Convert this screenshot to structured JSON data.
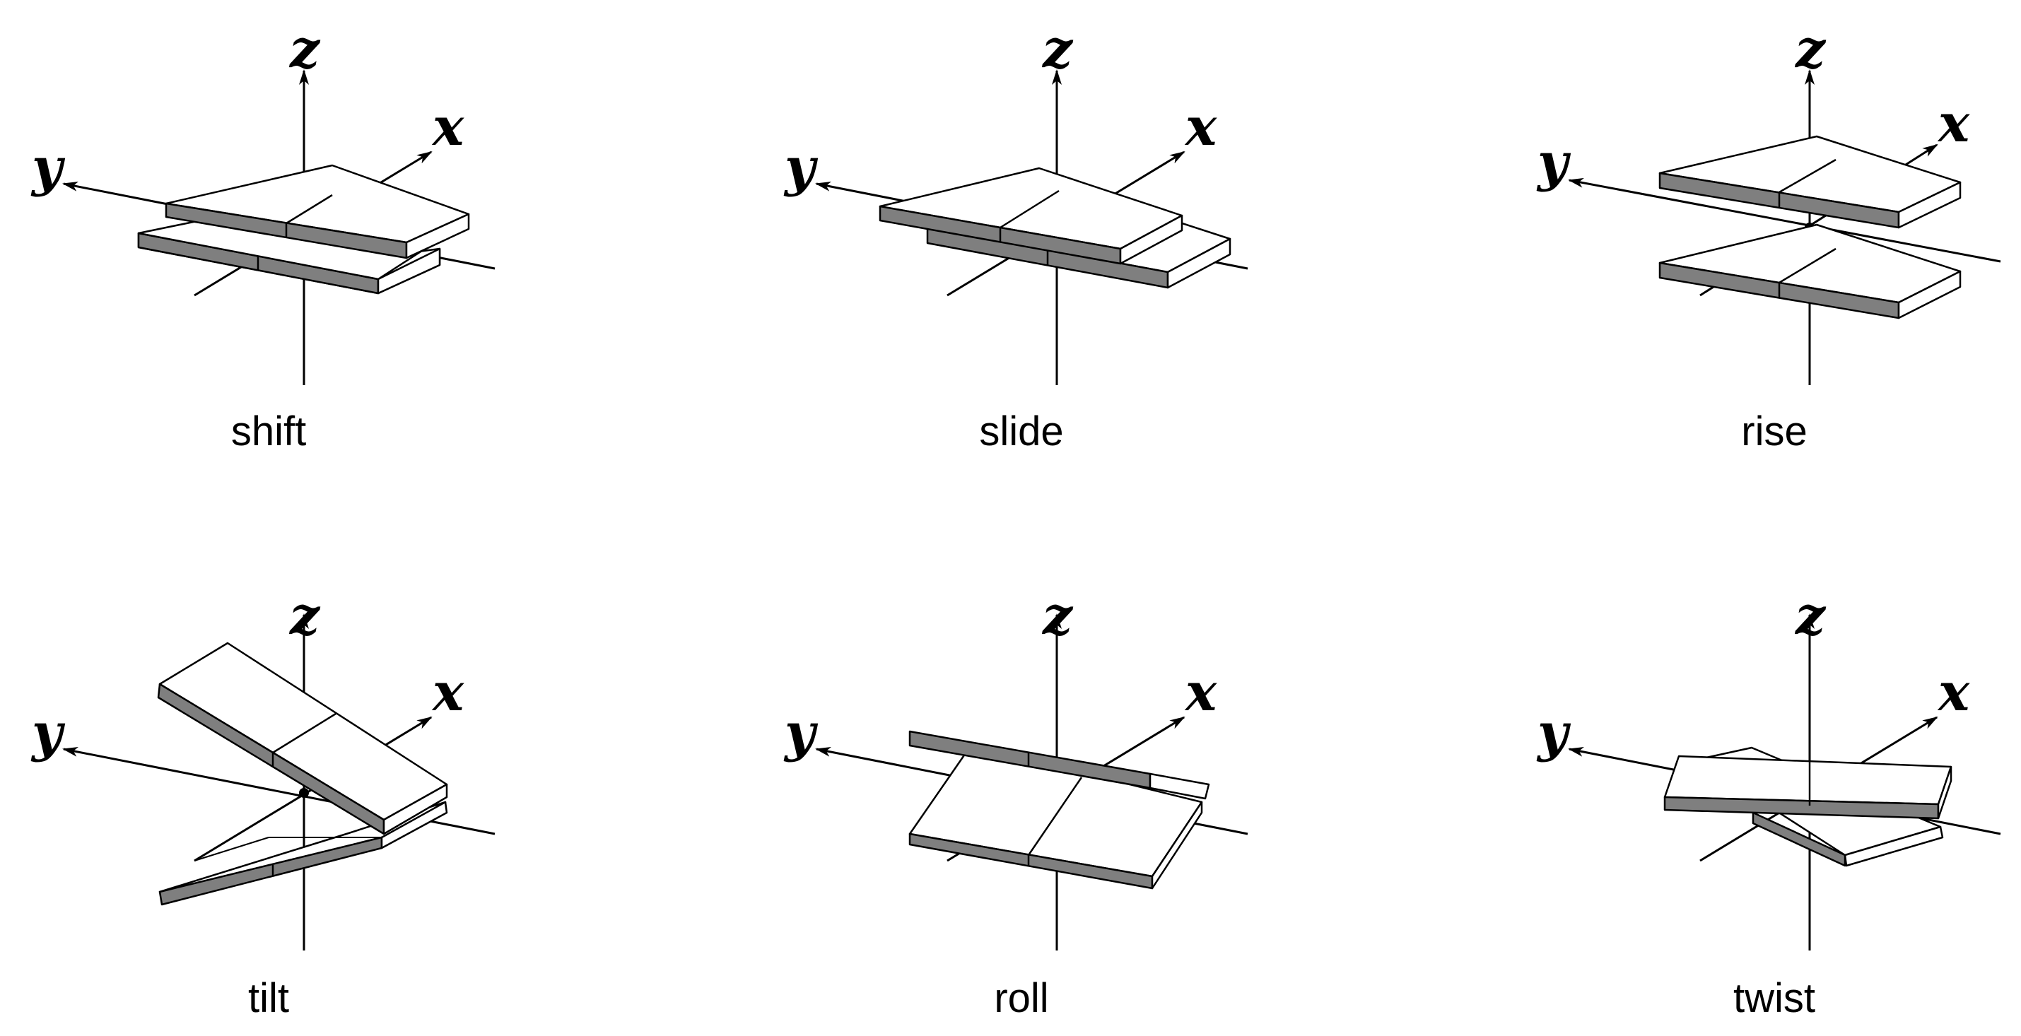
{
  "panels": [
    {
      "id": "shift",
      "caption": "shift"
    },
    {
      "id": "slide",
      "caption": "slide"
    },
    {
      "id": "rise",
      "caption": "rise"
    },
    {
      "id": "tilt",
      "caption": "tilt"
    },
    {
      "id": "roll",
      "caption": "roll"
    },
    {
      "id": "twist",
      "caption": "twist"
    }
  ],
  "axes": {
    "x": "x",
    "y": "y",
    "z": "z"
  },
  "colors": {
    "line": "#000000",
    "top_face": "#ffffff",
    "shaded_face": "#7f7f7f",
    "background": "#ffffff"
  }
}
